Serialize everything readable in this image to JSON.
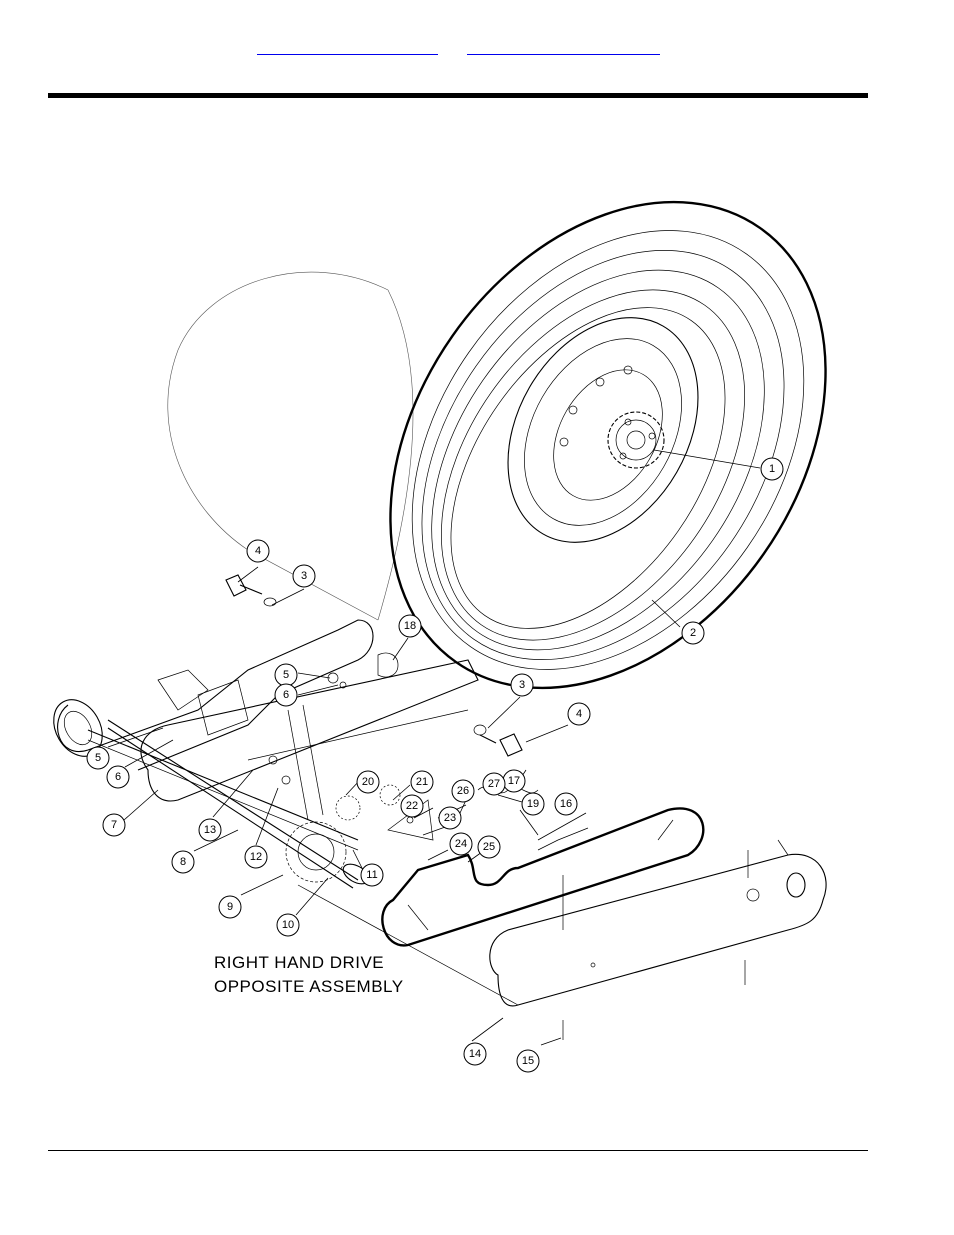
{
  "header": {
    "link_1": "",
    "link_2": ""
  },
  "diagram": {
    "note_line_1": "RIGHT HAND DRIVE",
    "note_line_2": "OPPOSITE ASSEMBLY",
    "callouts": [
      "1",
      "2",
      "3",
      "4",
      "5",
      "6",
      "7",
      "8",
      "9",
      "10",
      "11",
      "12",
      "13",
      "14",
      "15",
      "16",
      "17",
      "18",
      "19",
      "20",
      "21",
      "22",
      "23",
      "24",
      "25",
      "26",
      "27"
    ]
  }
}
